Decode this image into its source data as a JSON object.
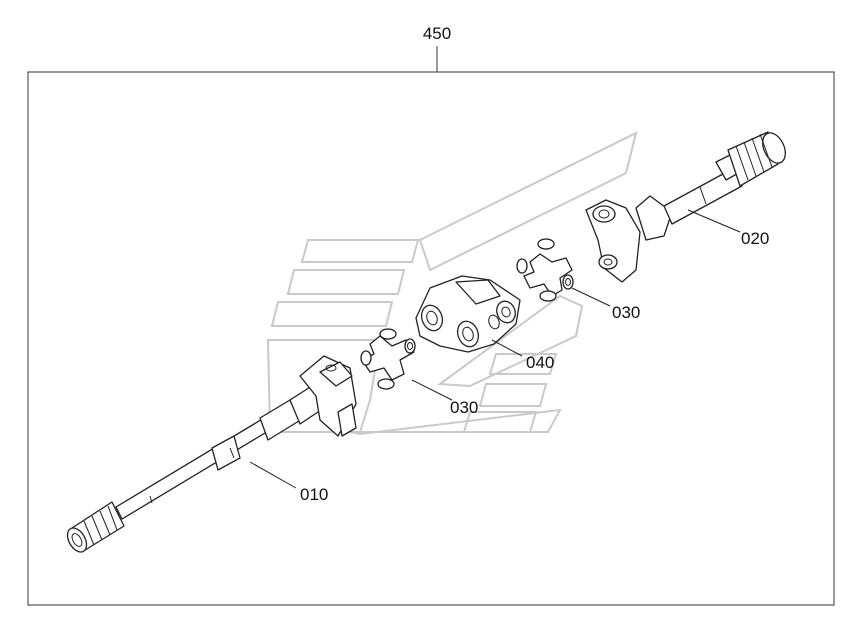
{
  "assembly": {
    "number": "450"
  },
  "callouts": {
    "shaft_lower": "010",
    "shaft_upper": "020",
    "cross_joint_upper": "030",
    "cross_joint_lower": "030",
    "center_yoke": "040"
  }
}
